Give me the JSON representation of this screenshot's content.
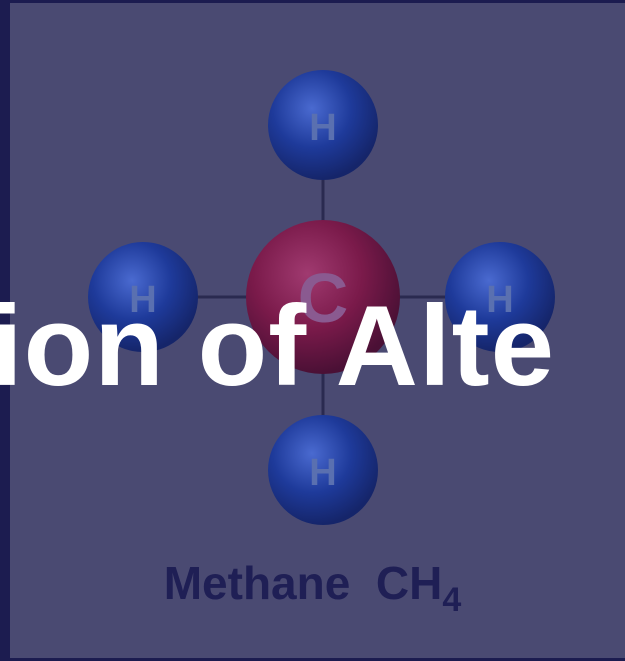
{
  "slide": {
    "title_fragment": "tion of Alte"
  },
  "diagram": {
    "center_atom": "C",
    "atom_top": "H",
    "atom_left": "H",
    "atom_right": "H",
    "atom_bottom": "H",
    "caption_name": "Methane",
    "caption_formula": "CH",
    "caption_subscript": "4"
  },
  "colors": {
    "background": "#4a4a72",
    "border": "#1c1c50",
    "hydrogen": "#1e3a9a",
    "carbon": "#7a1a4a",
    "bond": "#2a2a50",
    "caption": "#1f1f55",
    "title": "#ffffff"
  }
}
